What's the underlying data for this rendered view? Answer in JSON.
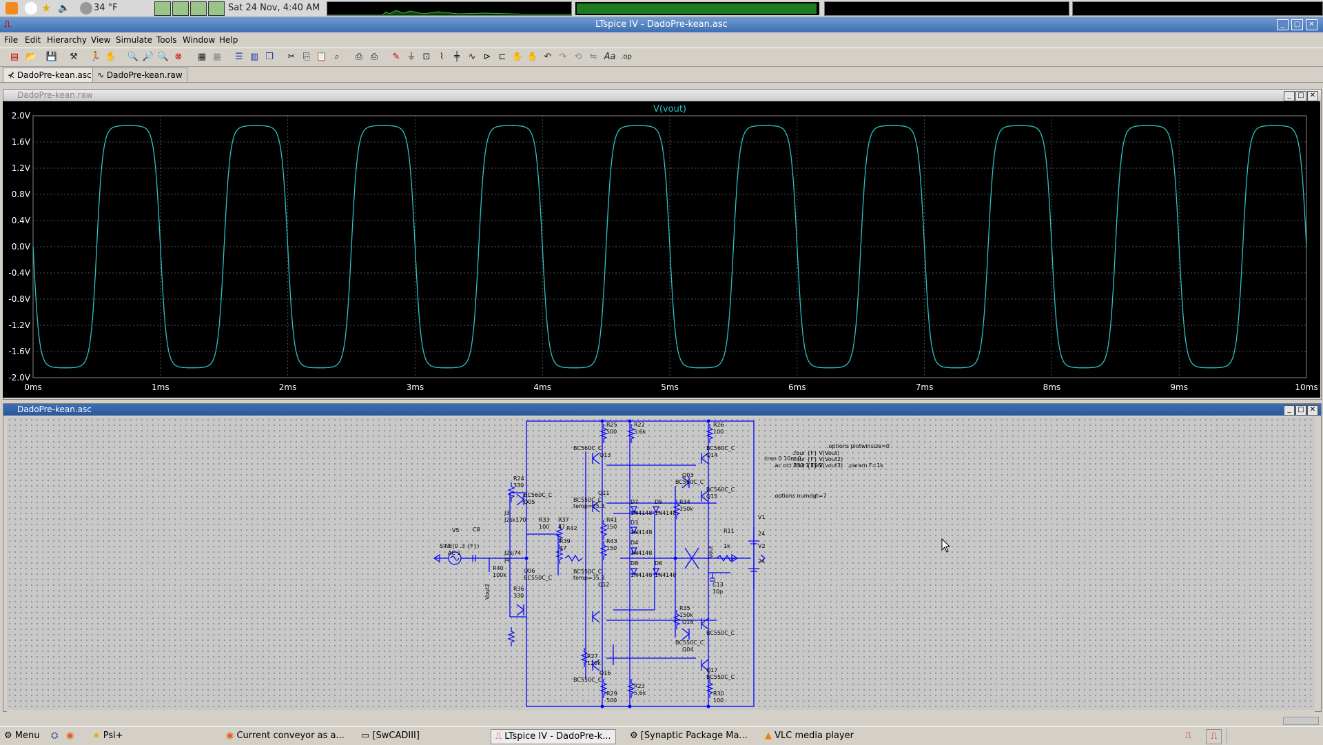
{
  "top_panel": {
    "temperature": "34 °F",
    "datetime": "Sat 24 Nov,  4:40 AM"
  },
  "window": {
    "title": "LTspice IV - DadoPre-kean.asc"
  },
  "menu": [
    "File",
    "Edit",
    "Hierarchy",
    "View",
    "Simulate",
    "Tools",
    "Window",
    "Help"
  ],
  "tabs": [
    {
      "label": "DadoPre-kean.asc"
    },
    {
      "label": "DadoPre-kean.raw"
    }
  ],
  "waveform_window": {
    "title": "DadoPre-kean.raw",
    "trace_label": "V(vout)"
  },
  "schematic_window": {
    "title": "DadoPre-kean.asc"
  },
  "schematic": {
    "directives": [
      ".options plotwinsize=0",
      ".four {F} V(Vout)",
      ".four {F} V(Vout2)",
      ".four {F} V(vout3)",
      ".tran 0 10m 0 ",
      ".ac oct 233 1 10G",
      ".param F=1k",
      ".options numdgt=7"
    ],
    "labels": {
      "v5": "V5",
      "v5_value": "SINE(0 .3 {F})",
      "v5_ac": "AC 1",
      "v1": "V1",
      "v1_value": "24",
      "v2": "V2",
      "v2_value": "24",
      "vout": "Vout",
      "vout2": "Vout2"
    }
  },
  "colors": {
    "trace": "#2bc4c4",
    "schematic_wire": "#0000ff",
    "plot_bg": "#000000",
    "grid": "#555555"
  },
  "chart_data": {
    "type": "line",
    "title": "V(vout)",
    "xlabel": "",
    "ylabel": "",
    "xlim": [
      0,
      10
    ],
    "ylim": [
      -2.0,
      2.0
    ],
    "x_unit": "ms",
    "x_ticks": [
      "0ms",
      "1ms",
      "2ms",
      "3ms",
      "4ms",
      "5ms",
      "6ms",
      "7ms",
      "8ms",
      "9ms",
      "10ms"
    ],
    "y_ticks": [
      "2.0V",
      "1.6V",
      "1.2V",
      "0.8V",
      "0.4V",
      "0.0V",
      "-0.4V",
      "-0.8V",
      "-1.2V",
      "-1.6V",
      "-2.0V"
    ],
    "grid": true,
    "series": [
      {
        "name": "V(vout)",
        "frequency_khz": 1,
        "amplitude_v": 1.85,
        "shape": "clipped sine",
        "x": [
          0,
          0.25,
          0.5,
          0.75,
          1.0,
          1.25,
          1.5,
          1.75,
          2.0,
          2.25,
          2.5,
          2.75,
          3.0,
          3.25,
          3.5,
          3.75,
          4.0,
          4.25,
          4.5,
          4.75,
          5.0,
          5.25,
          5.5,
          5.75,
          6.0,
          6.25,
          6.5,
          6.75,
          7.0,
          7.25,
          7.5,
          7.75,
          8.0,
          8.25,
          8.5,
          8.75,
          9.0,
          9.25,
          9.5,
          9.75,
          10.0
        ],
        "y": [
          0,
          -1.85,
          0,
          1.85,
          0,
          -1.85,
          0,
          1.85,
          0,
          -1.85,
          0,
          1.85,
          0,
          -1.85,
          0,
          1.85,
          0,
          -1.85,
          0,
          1.85,
          0,
          -1.85,
          0,
          1.85,
          0,
          -1.85,
          0,
          1.85,
          0,
          -1.85,
          0,
          1.85,
          0,
          -1.85,
          0,
          1.85,
          0,
          -1.85,
          0,
          1.85,
          0
        ]
      }
    ]
  },
  "taskbar": {
    "menu": "Menu",
    "items": [
      "Psi+",
      "Current conveyor as a...",
      "[SwCADIII]",
      "LTspice IV - DadoPre-k...",
      "[Synaptic Package Ma...",
      "VLC media player"
    ]
  }
}
